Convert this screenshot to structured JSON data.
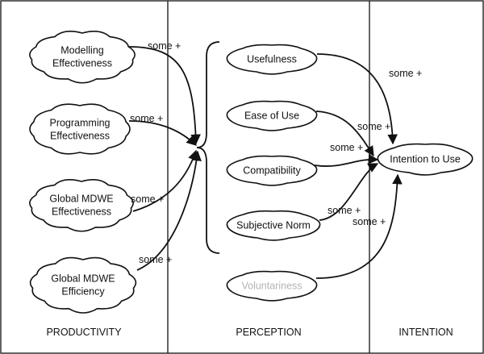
{
  "panels": [
    {
      "id": "productivity",
      "label": "PRODUCTIVITY"
    },
    {
      "id": "perception",
      "label": "PERCEPTION"
    },
    {
      "id": "intention",
      "label": "INTENTION"
    }
  ],
  "nodes": {
    "modelling": {
      "lines": [
        "Modelling",
        "Effectiveness"
      ]
    },
    "programming": {
      "lines": [
        "Programming",
        "Effectiveness"
      ]
    },
    "global_eff": {
      "lines": [
        "Global MDWE",
        "Effectiveness"
      ]
    },
    "global_efficiency": {
      "lines": [
        "Global MDWE",
        "Efficiency"
      ]
    },
    "usefulness": {
      "lines": [
        "Usefulness"
      ]
    },
    "ease": {
      "lines": [
        "Ease of Use"
      ]
    },
    "compat": {
      "lines": [
        "Compatibility"
      ]
    },
    "subjective": {
      "lines": [
        "Subjective Norm"
      ]
    },
    "voluntariness": {
      "lines": [
        "Voluntariness"
      ]
    },
    "intention": {
      "lines": [
        "Intention to Use"
      ]
    }
  },
  "edge_labels": {
    "modelling": "some +",
    "programming": "some +",
    "global_eff": "some +",
    "global_efficiency": "some +",
    "usefulness": "some +",
    "ease": "some +",
    "compat": "some +",
    "subjective": "some +",
    "voluntariness": "some +"
  },
  "colors": {
    "ink": "#111111",
    "muted_text": "#b3b3b3",
    "background": "#ffffff"
  }
}
